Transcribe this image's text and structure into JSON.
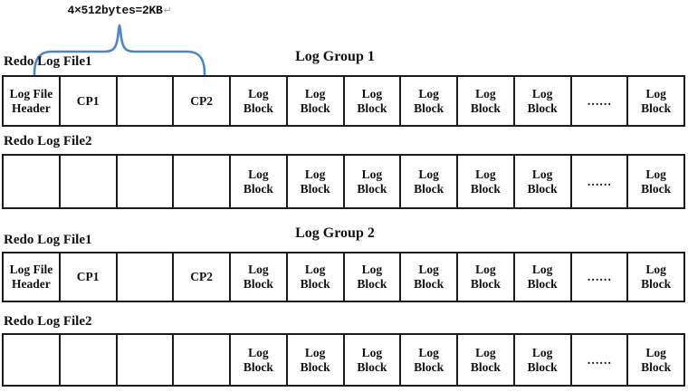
{
  "annotation": {
    "label": "4×512bytes=2KB",
    "return_mark": "↵"
  },
  "colors": {
    "brace": "#4a86c8",
    "border": "#1b1b1b",
    "text": "#111111"
  },
  "groups": [
    {
      "title": "Log Group 1",
      "files": [
        {
          "label": "Redo Log File1",
          "cells": [
            {
              "name": "log-file-header",
              "lines": [
                "Log File",
                "Header"
              ]
            },
            {
              "name": "cp1",
              "lines": [
                "CP1"
              ]
            },
            {
              "name": "empty",
              "lines": []
            },
            {
              "name": "cp2",
              "lines": [
                "CP2"
              ]
            },
            {
              "name": "log-block",
              "lines": [
                "Log",
                "Block"
              ]
            },
            {
              "name": "log-block",
              "lines": [
                "Log",
                "Block"
              ]
            },
            {
              "name": "log-block",
              "lines": [
                "Log",
                "Block"
              ]
            },
            {
              "name": "log-block",
              "lines": [
                "Log",
                "Block"
              ]
            },
            {
              "name": "log-block",
              "lines": [
                "Log",
                "Block"
              ]
            },
            {
              "name": "log-block",
              "lines": [
                "Log",
                "Block"
              ]
            },
            {
              "name": "ellipsis",
              "lines": [
                "……"
              ]
            },
            {
              "name": "log-block",
              "lines": [
                "Log",
                "Block"
              ]
            }
          ]
        },
        {
          "label": "Redo Log File2",
          "cells": [
            {
              "name": "empty",
              "lines": []
            },
            {
              "name": "empty",
              "lines": []
            },
            {
              "name": "empty",
              "lines": []
            },
            {
              "name": "empty",
              "lines": []
            },
            {
              "name": "log-block",
              "lines": [
                "Log",
                "Block"
              ]
            },
            {
              "name": "log-block",
              "lines": [
                "Log",
                "Block"
              ]
            },
            {
              "name": "log-block",
              "lines": [
                "Log",
                "Block"
              ]
            },
            {
              "name": "log-block",
              "lines": [
                "Log",
                "Block"
              ]
            },
            {
              "name": "log-block",
              "lines": [
                "Log",
                "Block"
              ]
            },
            {
              "name": "log-block",
              "lines": [
                "Log",
                "Block"
              ]
            },
            {
              "name": "ellipsis",
              "lines": [
                "……"
              ]
            },
            {
              "name": "log-block",
              "lines": [
                "Log",
                "Block"
              ]
            }
          ]
        }
      ]
    },
    {
      "title": "Log Group 2",
      "files": [
        {
          "label": "Redo Log File1",
          "cells": [
            {
              "name": "log-file-header",
              "lines": [
                "Log File",
                "Header"
              ]
            },
            {
              "name": "cp1",
              "lines": [
                "CP1"
              ]
            },
            {
              "name": "empty",
              "lines": []
            },
            {
              "name": "cp2",
              "lines": [
                "CP2"
              ]
            },
            {
              "name": "log-block",
              "lines": [
                "Log",
                "Block"
              ]
            },
            {
              "name": "log-block",
              "lines": [
                "Log",
                "Block"
              ]
            },
            {
              "name": "log-block",
              "lines": [
                "Log",
                "Block"
              ]
            },
            {
              "name": "log-block",
              "lines": [
                "Log",
                "Block"
              ]
            },
            {
              "name": "log-block",
              "lines": [
                "Log",
                "Block"
              ]
            },
            {
              "name": "log-block",
              "lines": [
                "Log",
                "Block"
              ]
            },
            {
              "name": "ellipsis",
              "lines": [
                "……"
              ]
            },
            {
              "name": "log-block",
              "lines": [
                "Log",
                "Block"
              ]
            }
          ]
        },
        {
          "label": "Redo Log File2",
          "cells": [
            {
              "name": "empty",
              "lines": []
            },
            {
              "name": "empty",
              "lines": []
            },
            {
              "name": "empty",
              "lines": []
            },
            {
              "name": "empty",
              "lines": []
            },
            {
              "name": "log-block",
              "lines": [
                "Log",
                "Block"
              ]
            },
            {
              "name": "log-block",
              "lines": [
                "Log",
                "Block"
              ]
            },
            {
              "name": "log-block",
              "lines": [
                "Log",
                "Block"
              ]
            },
            {
              "name": "log-block",
              "lines": [
                "Log",
                "Block"
              ]
            },
            {
              "name": "log-block",
              "lines": [
                "Log",
                "Block"
              ]
            },
            {
              "name": "log-block",
              "lines": [
                "Log",
                "Block"
              ]
            },
            {
              "name": "ellipsis",
              "lines": [
                "……"
              ]
            },
            {
              "name": "log-block",
              "lines": [
                "Log",
                "Block"
              ]
            }
          ]
        }
      ]
    }
  ]
}
